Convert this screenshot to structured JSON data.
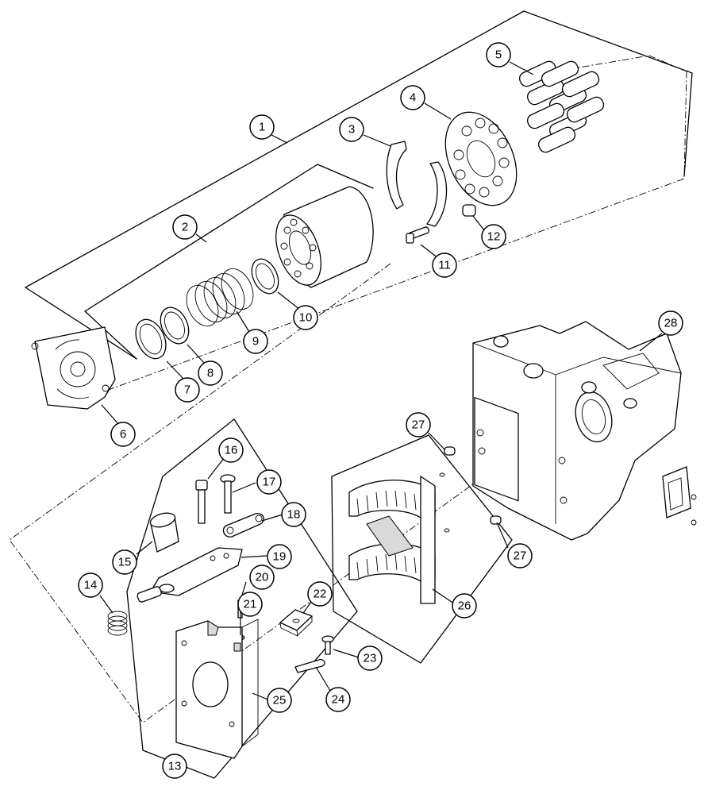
{
  "diagram": {
    "callouts": [
      {
        "id": "1",
        "label": "1"
      },
      {
        "id": "2",
        "label": "2"
      },
      {
        "id": "3",
        "label": "3"
      },
      {
        "id": "4",
        "label": "4"
      },
      {
        "id": "5",
        "label": "5"
      },
      {
        "id": "6",
        "label": "6"
      },
      {
        "id": "7",
        "label": "7"
      },
      {
        "id": "8",
        "label": "8"
      },
      {
        "id": "9",
        "label": "9"
      },
      {
        "id": "10",
        "label": "10"
      },
      {
        "id": "11",
        "label": "11"
      },
      {
        "id": "12",
        "label": "12"
      },
      {
        "id": "13",
        "label": "13"
      },
      {
        "id": "14",
        "label": "14"
      },
      {
        "id": "15",
        "label": "15"
      },
      {
        "id": "16",
        "label": "16"
      },
      {
        "id": "17",
        "label": "17"
      },
      {
        "id": "18",
        "label": "18"
      },
      {
        "id": "19",
        "label": "19"
      },
      {
        "id": "20",
        "label": "20"
      },
      {
        "id": "21",
        "label": "21"
      },
      {
        "id": "22",
        "label": "22"
      },
      {
        "id": "23",
        "label": "23"
      },
      {
        "id": "24",
        "label": "24"
      },
      {
        "id": "25",
        "label": "25"
      },
      {
        "id": "26",
        "label": "26"
      },
      {
        "id": "27a",
        "label": "27"
      },
      {
        "id": "27b",
        "label": "27"
      },
      {
        "id": "28",
        "label": "28"
      }
    ]
  }
}
